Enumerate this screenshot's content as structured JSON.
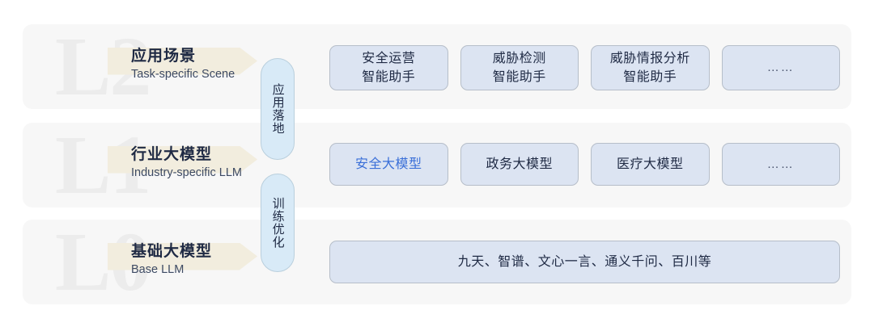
{
  "theme": {
    "page_background": "#ffffff",
    "row_background": "#f7f7f7",
    "card_background": "#dce4f2",
    "card_border": "#b6bec9",
    "pill_background": "#d8eaf7",
    "pill_border": "#b9cfdd",
    "banner_background": "#f2edde",
    "watermark_color": "#ececec",
    "text_primary": "#1f2a44",
    "text_secondary": "#3d4a63",
    "accent_blue": "#3a6fd8"
  },
  "levels": [
    {
      "watermark": "L2",
      "title_cn": "应用场景",
      "title_en": "Task-specific Scene",
      "cards": [
        {
          "text": "安全运营\n智能助手",
          "style": "normal"
        },
        {
          "text": "威胁检测\n智能助手",
          "style": "normal"
        },
        {
          "text": "威胁情报分析\n智能助手",
          "style": "normal"
        },
        {
          "text": "……",
          "style": "ellipsis"
        }
      ]
    },
    {
      "watermark": "L1",
      "title_cn": "行业大模型",
      "title_en": "Industry-specific LLM",
      "cards": [
        {
          "text": "安全大模型",
          "style": "accent"
        },
        {
          "text": "政务大模型",
          "style": "normal"
        },
        {
          "text": "医疗大模型",
          "style": "normal"
        },
        {
          "text": "……",
          "style": "ellipsis"
        }
      ]
    },
    {
      "watermark": "L0",
      "title_cn": "基础大模型",
      "title_en": "Base LLM",
      "cards": [
        {
          "text": "九天、智谱、文心一言、通义千问、百川等",
          "style": "normal"
        }
      ]
    }
  ],
  "connectors": [
    {
      "id": "apply",
      "text": "应用落地"
    },
    {
      "id": "train",
      "text": "训练优化"
    }
  ]
}
